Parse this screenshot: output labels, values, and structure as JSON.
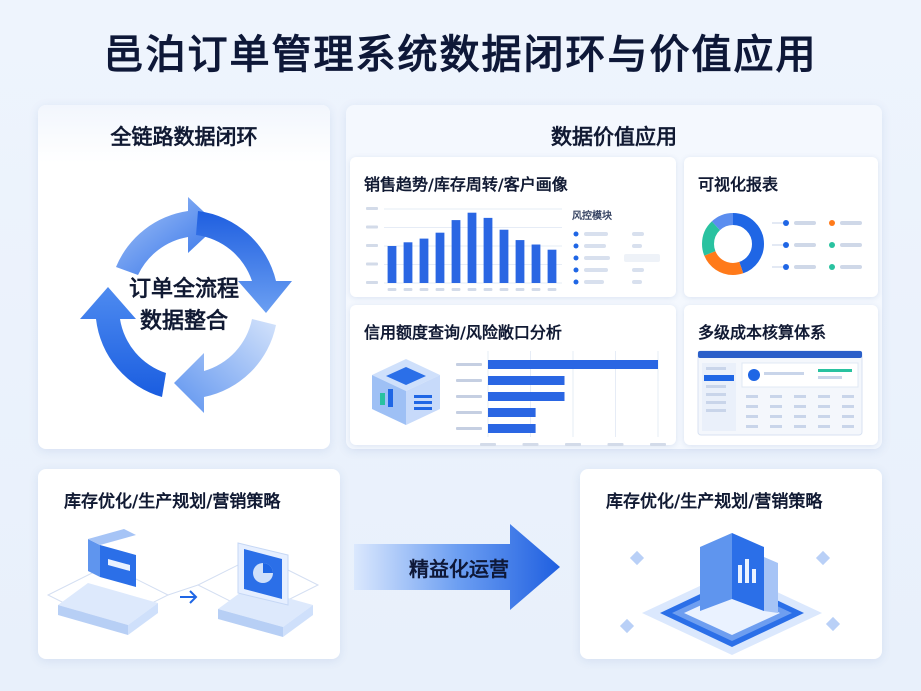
{
  "title": "邑泊订单管理系统数据闭环与价值应用",
  "left_panel": {
    "title": "全链路数据闭环",
    "center_line1": "订单全流程",
    "center_line2": "数据整合"
  },
  "value_panel": {
    "title": "数据价值应用",
    "sales_card": {
      "title": "销售趋势/库存周转/客户画像",
      "legend_title": "风控模块",
      "chart_data": {
        "type": "bar",
        "values": [
          50,
          55,
          60,
          68,
          85,
          95,
          88,
          72,
          58,
          52,
          45
        ],
        "ylim": [
          0,
          100
        ],
        "grid": true
      }
    },
    "report_card": {
      "title": "可视化报表",
      "donut_colors": [
        "#1f66e5",
        "#ff7a1a",
        "#29c2a0",
        "#5b8def"
      ]
    },
    "credit_card": {
      "title": "信用额度查询/风险敞口分析",
      "chart_data": {
        "type": "bar",
        "orientation": "horizontal",
        "values": [
          100,
          45,
          45,
          28,
          28
        ],
        "xlim": [
          0,
          100
        ],
        "grid": true
      }
    },
    "cost_card": {
      "title": "多级成本核算体系"
    }
  },
  "bottom_left": {
    "title": "库存优化/生产规划/营销策略"
  },
  "center_arrow": {
    "label": "精益化运营"
  },
  "bottom_right": {
    "title": "库存优化/生产规划/营销策略"
  },
  "colors": {
    "primary": "#1f66e5",
    "light": "#c9dcfb",
    "orange": "#ff7a1a",
    "teal": "#29c2a0"
  }
}
